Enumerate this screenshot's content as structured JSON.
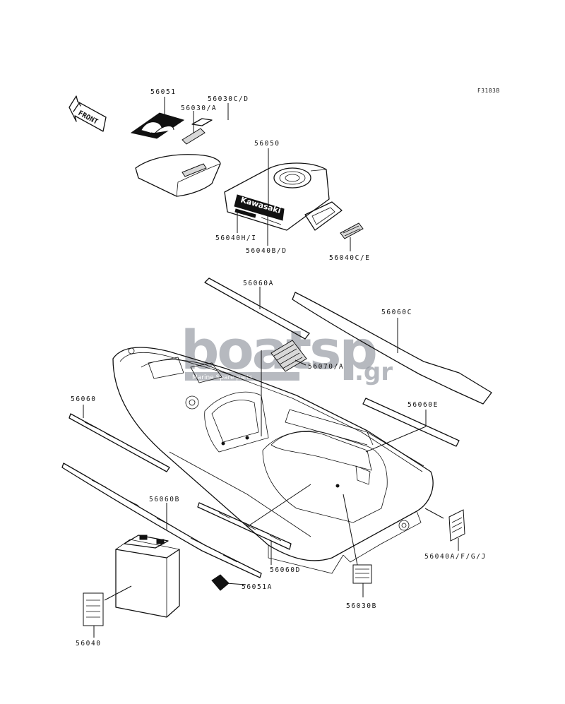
{
  "figure": {
    "code": "F3183B",
    "front_arrow": "FRONT"
  },
  "watermark": {
    "main": "boatsp",
    "suffix": ".gr",
    "sub": "Marine Spare parts"
  },
  "decal_brand": "Kawasaki",
  "callouts": {
    "c56051": "56051",
    "c56030cd": "56030C/D",
    "c56030a": "56030/A",
    "c56050": "56050",
    "c56040hi": "56040H/I",
    "c56040bd": "56040B/D",
    "c56040ce": "56040C/E",
    "c56060a": "56060A",
    "c56060c": "56060C",
    "c56070a": "56070/A",
    "c56060": "56060",
    "c56060e": "56060E",
    "c56060b": "56060B",
    "c56060d": "56060D",
    "c56051a": "56051A",
    "c56040afgj": "56040A/F/G/J",
    "c56030b": "56030B",
    "c56040": "56040"
  }
}
